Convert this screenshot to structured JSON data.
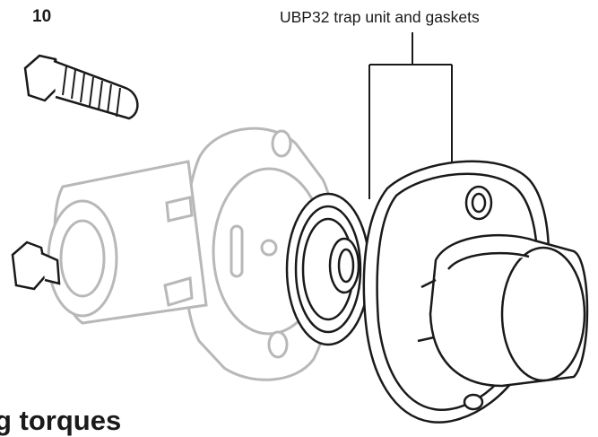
{
  "labels": {
    "bolt_number": "10",
    "trap_unit": "UBP32 trap unit and gaskets",
    "heading_partial": "g torques"
  },
  "colors": {
    "line": "#1a1a1a",
    "ghost": "#b8b8b8",
    "background": "#ffffff"
  },
  "icons": [
    "hex-bolt-icon",
    "connector-body-icon",
    "gasket-icon",
    "trap-unit-icon"
  ]
}
